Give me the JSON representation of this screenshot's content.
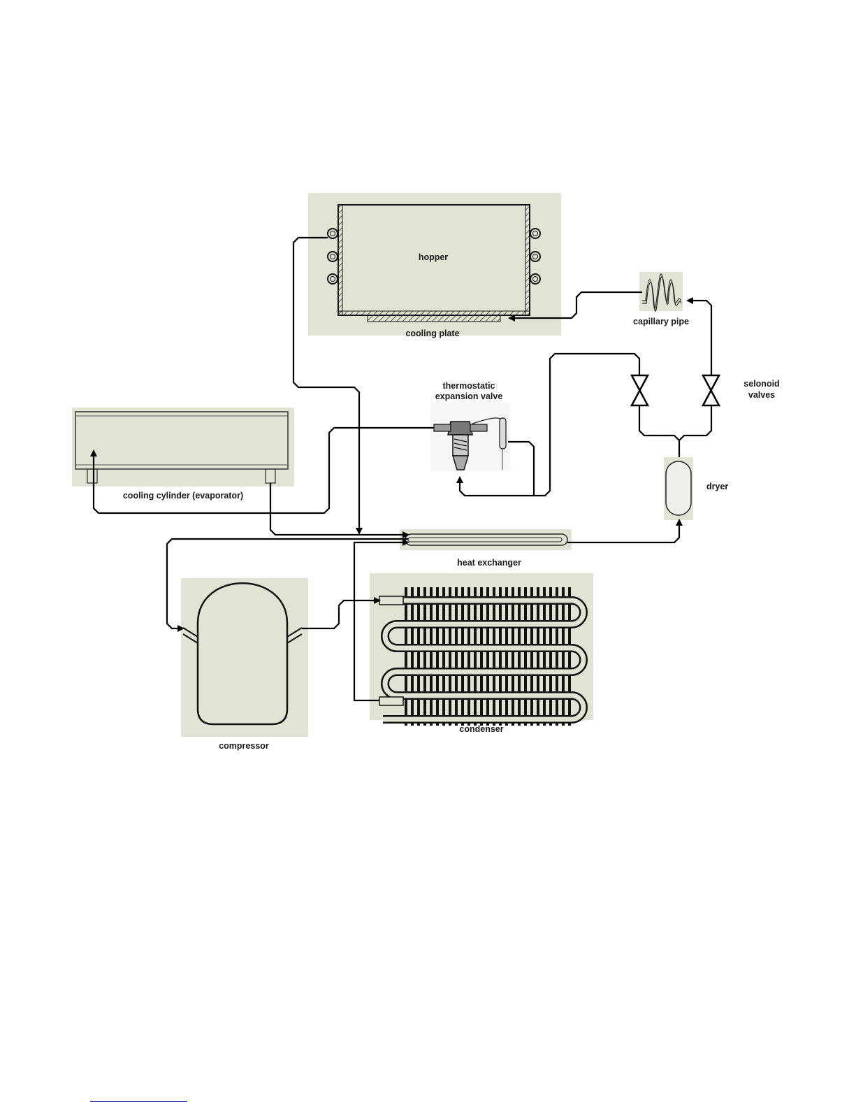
{
  "labels": {
    "hopper": "hopper",
    "cooling_plate": "cooling plate",
    "capillary_pipe": "capillary pipe",
    "thermostatic_line1": "thermostatic",
    "thermostatic_line2": "expansion valve",
    "solenoid_line1": "selonoid",
    "solenoid_line2": "valves",
    "cooling_cylinder": "cooling cylinder (evaporator)",
    "dryer": "dryer",
    "heat_exchanger": "heat exchanger",
    "compressor": "compressor",
    "condenser": "condenser"
  },
  "colors": {
    "panel": "#e3e3d5",
    "pipe": "#000000",
    "footer_rule": "#1a1aa8"
  }
}
